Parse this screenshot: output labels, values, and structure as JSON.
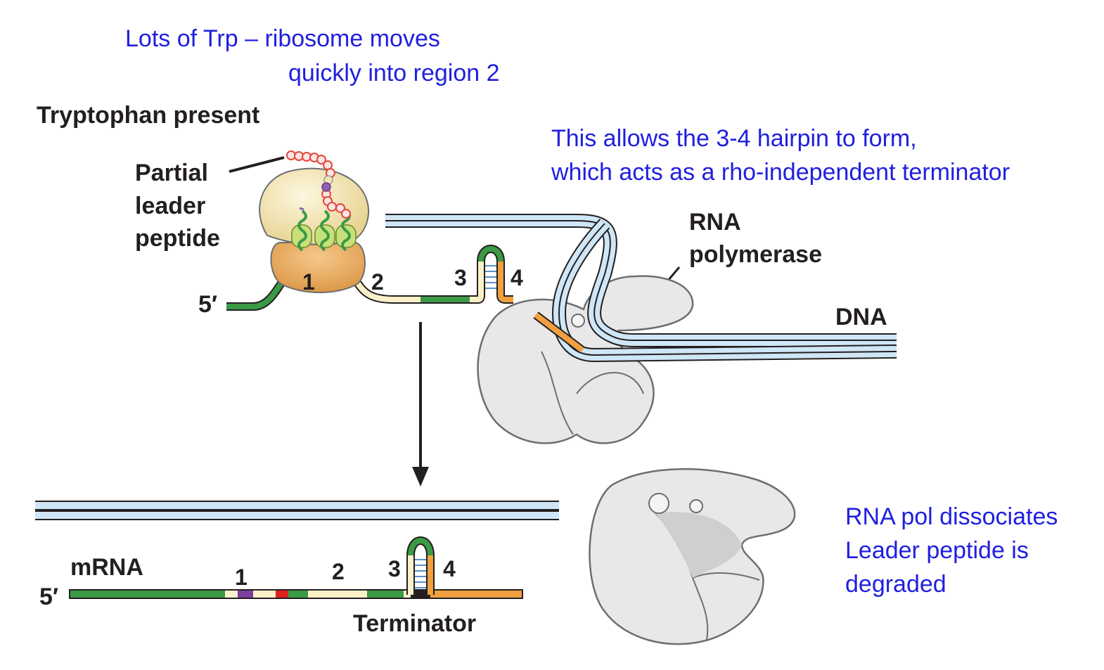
{
  "annotations": {
    "trp_line1": "Lots of Trp – ribosome moves",
    "trp_line2": "quickly into region 2",
    "hairpin_line1": "This allows the 3-4 hairpin to form,",
    "hairpin_line2": "which acts as a rho-independent terminator",
    "dissociate_line1": "RNA pol dissociates",
    "dissociate_line2": "Leader peptide is",
    "dissociate_line3": "degraded"
  },
  "labels": {
    "heading": "Tryptophan present",
    "partial_1": "Partial",
    "partial_2": "leader",
    "partial_3": "peptide",
    "rnap_1": "RNA",
    "rnap_2": "polymerase",
    "dna": "DNA",
    "five_prime": "5′",
    "mrna": "mRNA",
    "terminator": "Terminator"
  },
  "regions": {
    "r1": "1",
    "r2": "2",
    "r3": "3",
    "r4": "4"
  },
  "colors": {
    "annotation_blue": "#1f1fe0",
    "region_green": "#3a9a45",
    "region_cream": "#fbf1c8",
    "region_orange": "#f0a040",
    "trp_codon_purple": "#7b3f9e",
    "stop_codon_red": "#e0201c",
    "dna_blue": "#cfe6f6",
    "ribosome_small": "#e8a85a",
    "ribosome_large": "#f3e6b6",
    "rna_polymerase": "#e8e8e8",
    "bead_red": "#e2473f",
    "bead_purple": "#9060b0"
  }
}
